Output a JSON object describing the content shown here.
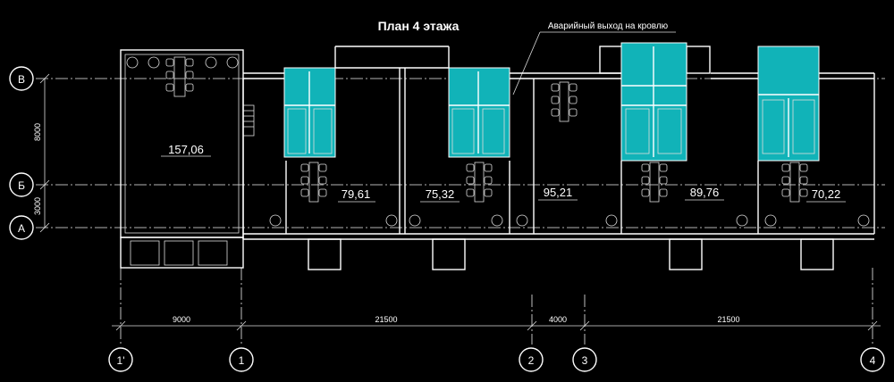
{
  "title": "План 4 этажа",
  "note": "Аварийный выход на кровлю",
  "rooms": [
    {
      "area": "157,06"
    },
    {
      "area": "79,61"
    },
    {
      "area": "75,32"
    },
    {
      "area": "95,21"
    },
    {
      "area": "89,76"
    },
    {
      "area": "70,22"
    }
  ],
  "row_axes": [
    "В",
    "Б",
    "А"
  ],
  "col_axes": [
    "1'",
    "1",
    "2",
    "3",
    "4"
  ],
  "vertical_dims": [
    "8000",
    "3000"
  ],
  "horizontal_dims": [
    "9000",
    "21500",
    "4000",
    "21500"
  ],
  "colors": {
    "background": "#000000",
    "lines": "#ffffff",
    "wet_zones": "#11b3b8"
  }
}
